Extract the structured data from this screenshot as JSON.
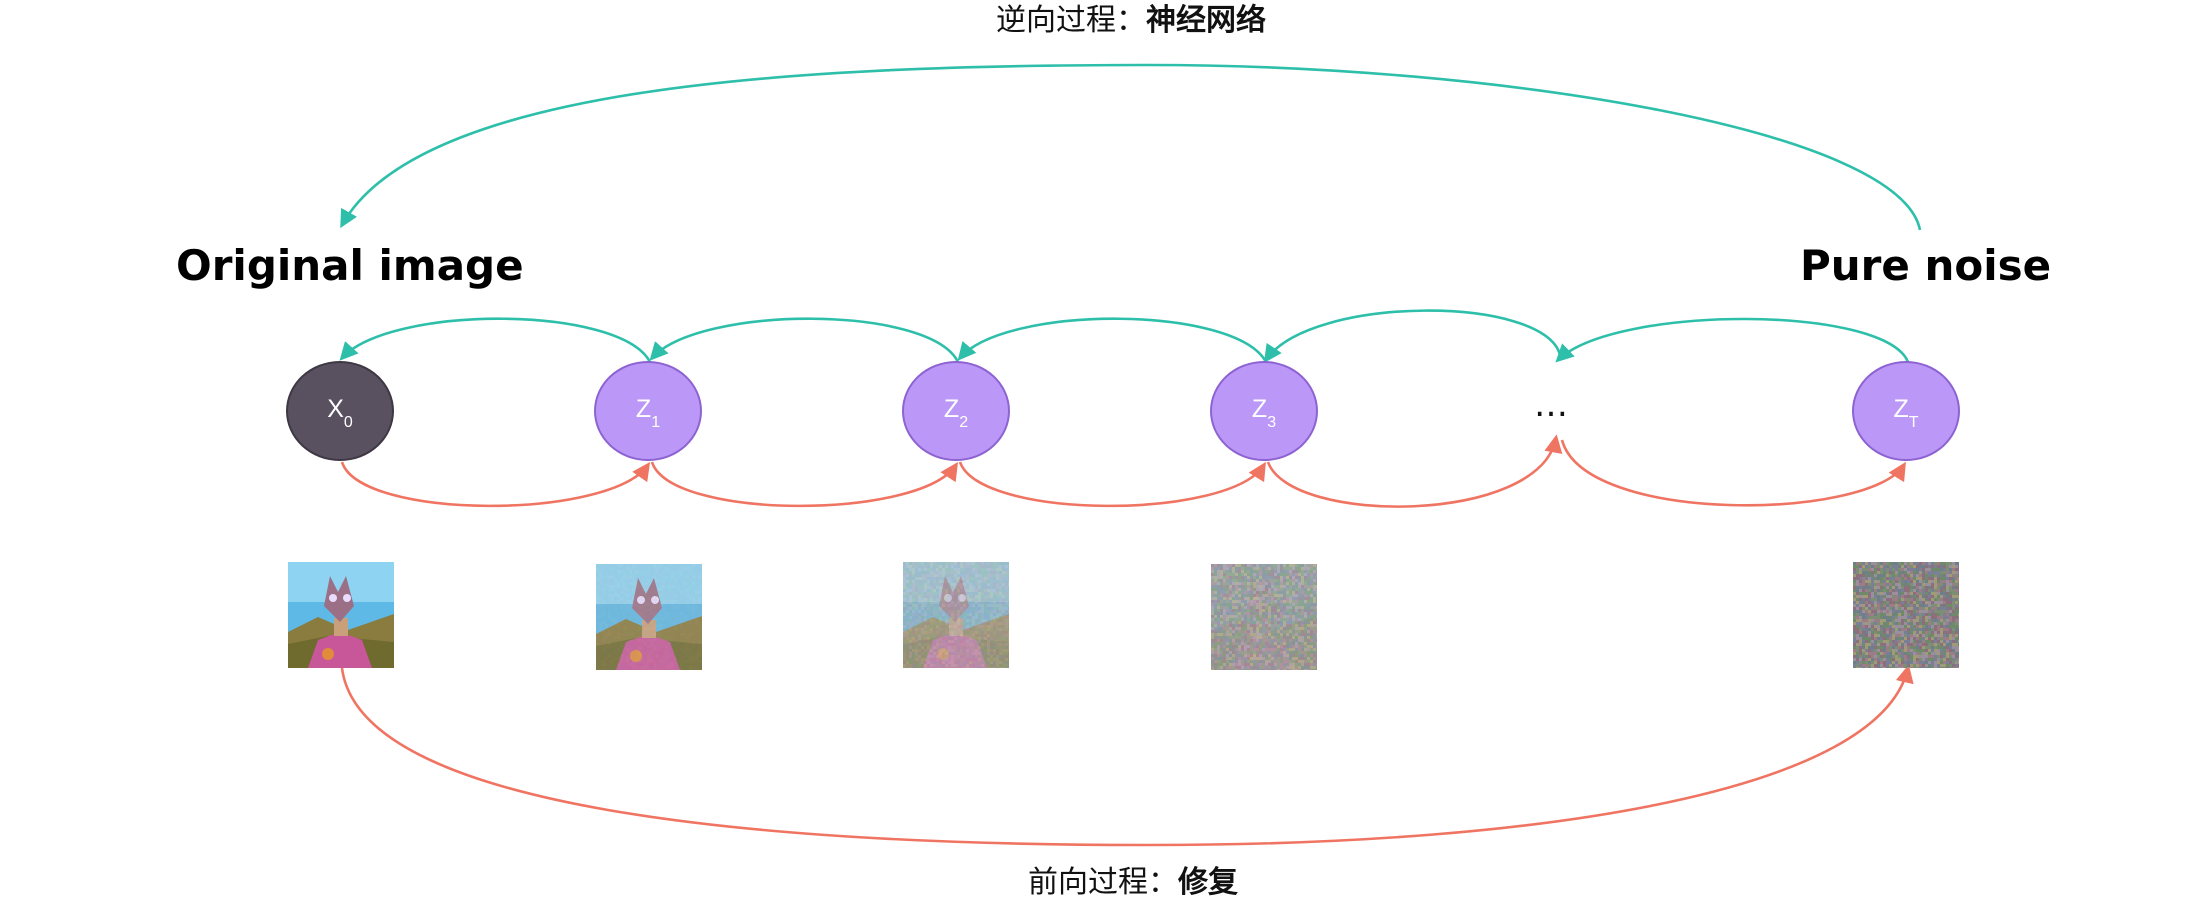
{
  "top_caption": {
    "prefix": "逆向过程：",
    "bold": "神经网络"
  },
  "bottom_caption": {
    "prefix": "前向过程：",
    "bold": "修复"
  },
  "left_title": "Original image",
  "right_title": "Pure noise",
  "nodes": [
    {
      "base": "X",
      "sub": "0"
    },
    {
      "base": "Z",
      "sub": "1"
    },
    {
      "base": "Z",
      "sub": "2"
    },
    {
      "base": "Z",
      "sub": "3"
    },
    {
      "base": "Z",
      "sub": "T"
    }
  ],
  "ellipsis": "…",
  "images": [
    {
      "noise_level": 0.0
    },
    {
      "noise_level": 0.1
    },
    {
      "noise_level": 0.35
    },
    {
      "noise_level": 0.7
    },
    {
      "noise_level": 1.0
    }
  ],
  "colors": {
    "reverse_arrow": "#2ebfaa",
    "forward_arrow": "#f07462",
    "start_node": "#5a5160",
    "latent_node": "#bb98f8",
    "latent_border": "#8d63d2"
  }
}
